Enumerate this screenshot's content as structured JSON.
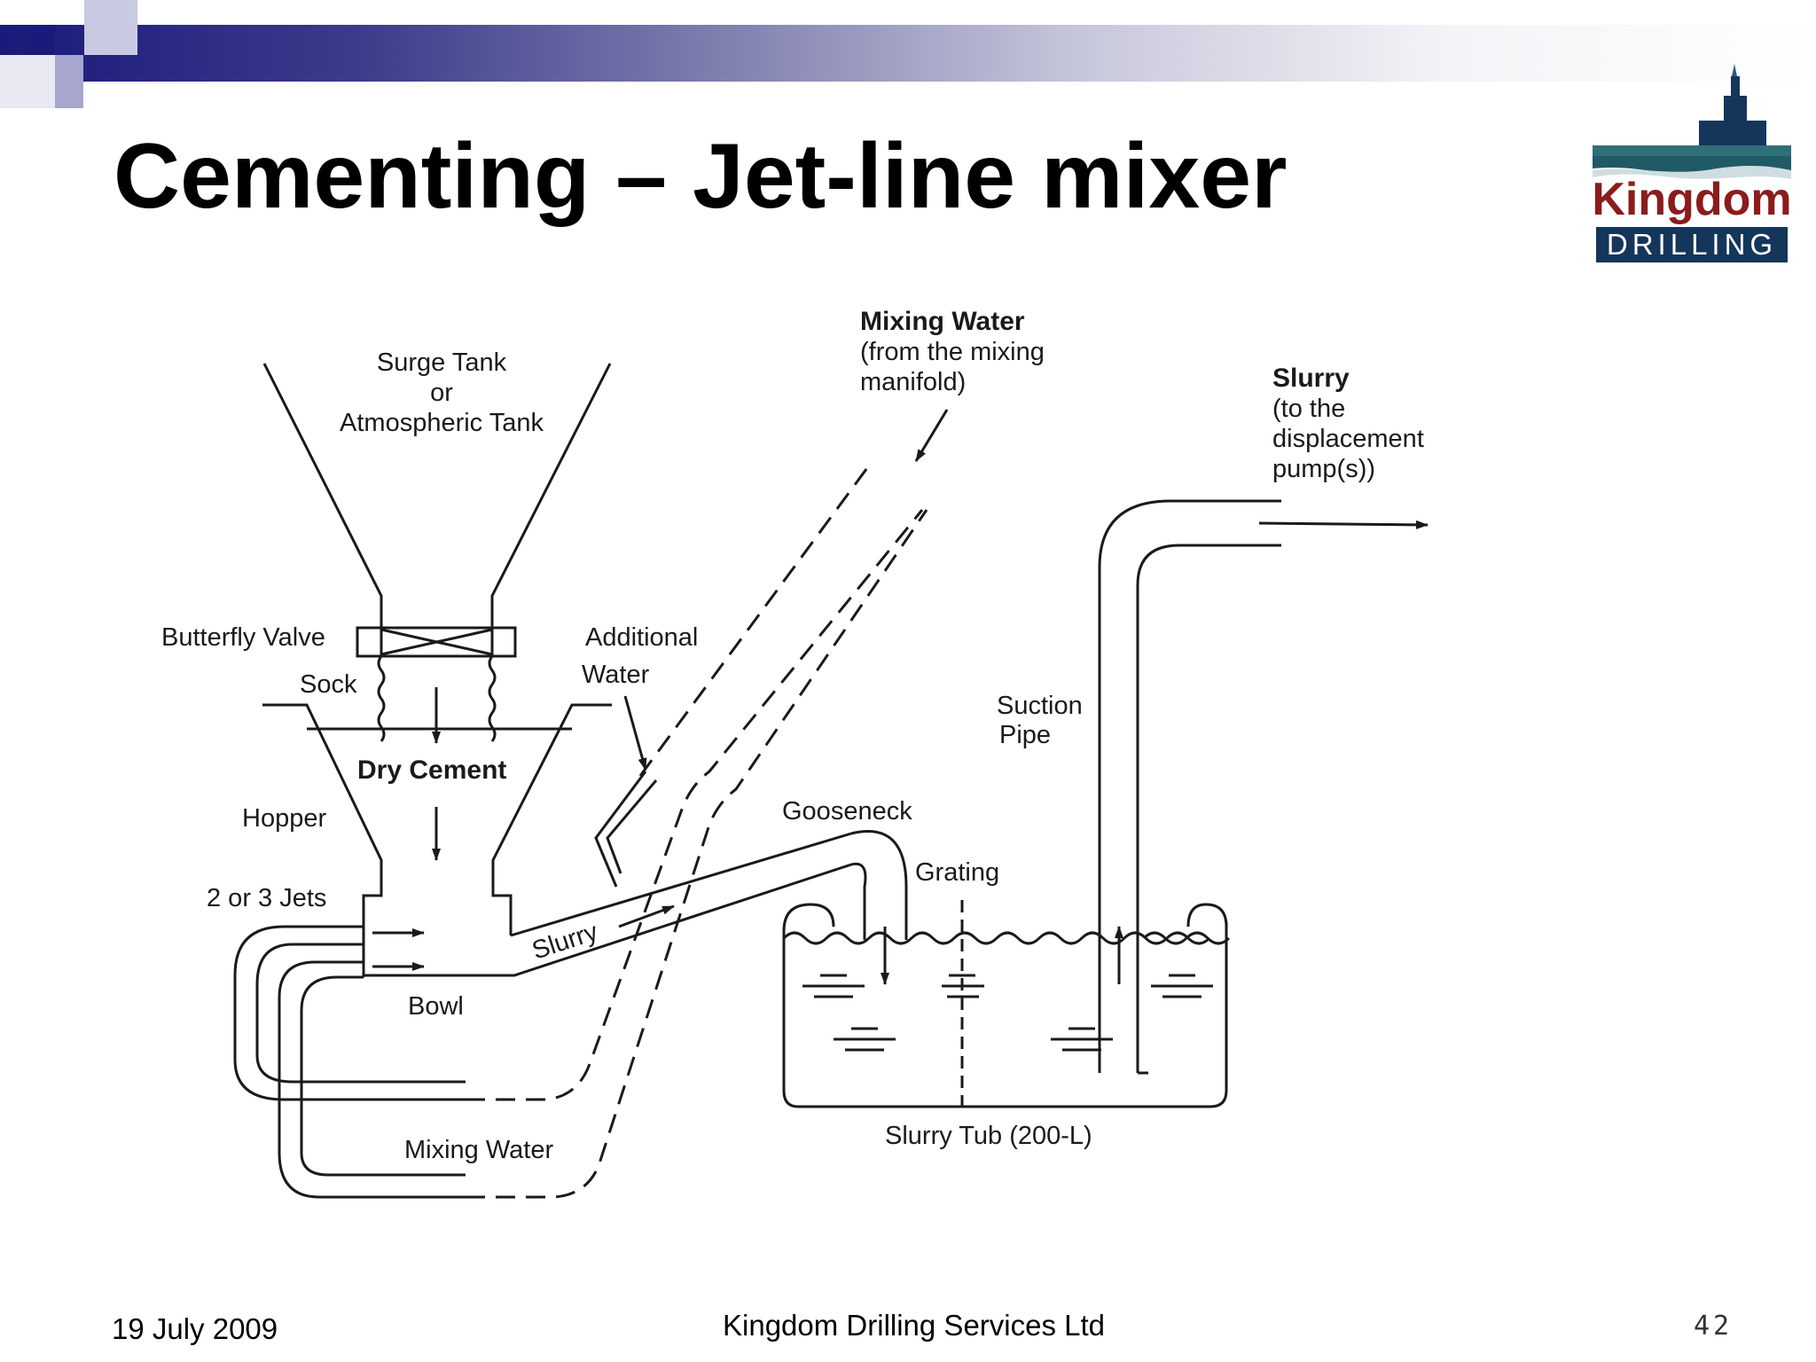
{
  "slide": {
    "title": "Cementing – Jet-line mixer",
    "date": "19 July 2009",
    "company": "Kingdom Drilling Services Ltd",
    "page_number": "42"
  },
  "logo": {
    "name": "Kingdom",
    "sub": "DRILLING",
    "colors": {
      "teal": "#1f5a66",
      "red": "#8a1c1c",
      "navy": "#14365a"
    }
  },
  "header_band": {
    "colors": [
      "#1a1a7a",
      "#8080b0",
      "#ffffff"
    ]
  },
  "diagram": {
    "labels": {
      "surge_tank_1": "Surge Tank",
      "surge_tank_2": "or",
      "surge_tank_3": "Atmospheric Tank",
      "mixing_water_top_title": "Mixing Water",
      "mixing_water_top_sub1": "(from the mixing",
      "mixing_water_top_sub2": "manifold)",
      "slurry_out_title": "Slurry",
      "slurry_out_sub1": "(to the",
      "slurry_out_sub2": "displacement",
      "slurry_out_sub3": "pump(s))",
      "butterfly_valve": "Butterfly Valve",
      "sock": "Sock",
      "additional_water_1": "Additional",
      "additional_water_2": "Water",
      "dry_cement": "Dry Cement",
      "hopper": "Hopper",
      "jets": "2 or 3 Jets",
      "bowl": "Bowl",
      "slurry_flow": "Slurry",
      "gooseneck": "Gooseneck",
      "grating": "Grating",
      "suction_pipe_1": "Suction",
      "suction_pipe_2": "Pipe",
      "mixing_water_bottom": "Mixing Water",
      "slurry_tub": "Slurry Tub (200-L)"
    }
  }
}
